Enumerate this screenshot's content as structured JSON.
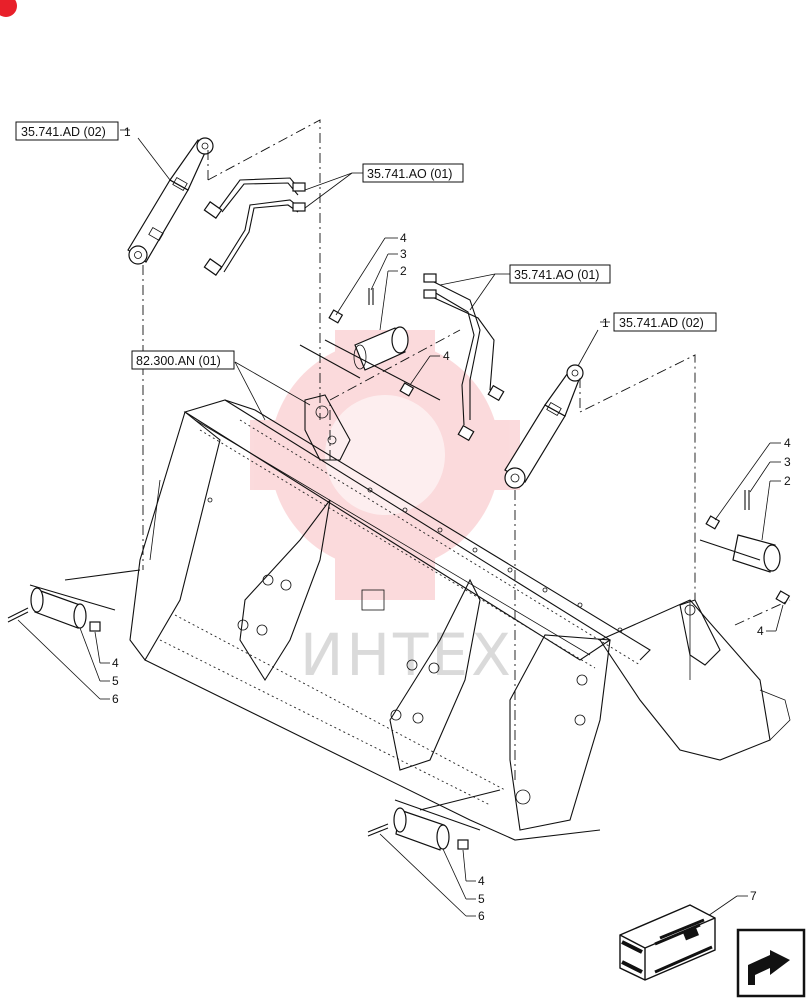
{
  "references": {
    "ref_a": "35.741.AD (02)",
    "ref_b": "35.741.AO (01)",
    "ref_c": "35.741.AO (01)",
    "ref_d": "35.741.AD (02)",
    "ref_e": "82.300.AN (01)"
  },
  "item_numbers": {
    "cyl_left": "1",
    "cyl_right": "1",
    "upper_mid": [
      "4",
      "3",
      "2"
    ],
    "upper_mid_pin_fitting": "4",
    "right_side": [
      "4",
      "3",
      "2"
    ],
    "right_lower_fitting": "4",
    "lower_left": [
      "4",
      "5",
      "6"
    ],
    "lower_mid": [
      "4",
      "5",
      "6"
    ],
    "kit": "7"
  },
  "watermark": {
    "text": "ИНТЕХ",
    "color": "#e8202a"
  },
  "icons": [
    "corner-logo-icon",
    "kit-crate-icon",
    "navigation-arrow-icon"
  ]
}
